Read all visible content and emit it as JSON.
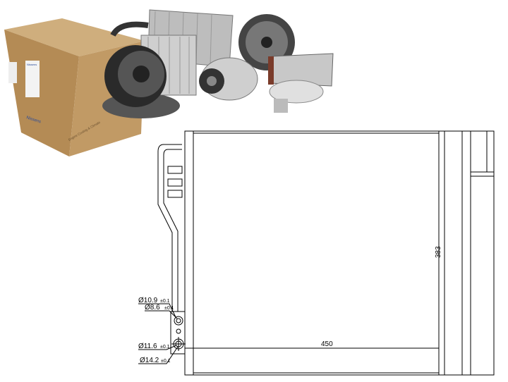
{
  "product_photo": {
    "box_brand": "Nissens",
    "box_slogan": "Engine Cooling & Climate"
  },
  "drawing": {
    "width_label": "450",
    "height_label": "383",
    "callouts": [
      {
        "diameter": "Ø10.9",
        "tol": "±0.1"
      },
      {
        "diameter": "Ø8.6",
        "tol": "±0.1"
      },
      {
        "diameter": "Ø11.6",
        "tol": "±0.1"
      },
      {
        "diameter": "Ø14.2",
        "tol": "±0.1"
      }
    ]
  },
  "colors": {
    "box": "#b9925e",
    "line": "#000000",
    "metal": "#9a9a9a"
  }
}
